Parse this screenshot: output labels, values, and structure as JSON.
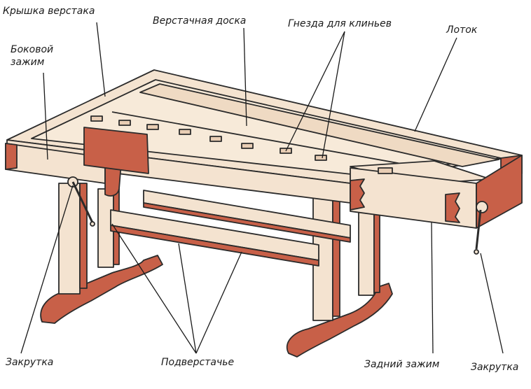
{
  "labels": {
    "top": "Крышка верстака",
    "board": "Верстачная доска",
    "sockets": "Гнезда для клиньев",
    "tray": "Лоток",
    "side_clamp_l1": "Боковой",
    "side_clamp_l2": "зажим",
    "screw_left": "Закрутка",
    "underframe": "Подверстачье",
    "back_clamp": "Задний зажим",
    "screw_right": "Закрутка"
  },
  "colors": {
    "wood_light": "#f4e3d0",
    "wood_red": "#c86048",
    "outline": "#2b2b2b"
  }
}
